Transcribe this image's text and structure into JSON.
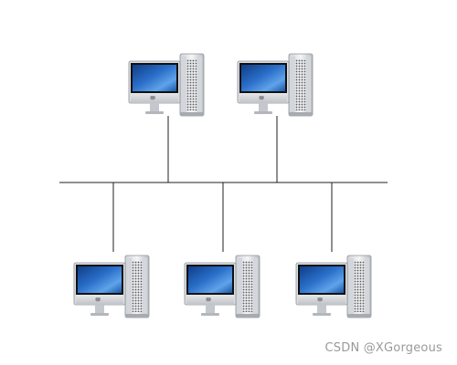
{
  "diagram": {
    "topology": "bus",
    "icon": "computer-icon",
    "node_count": 5,
    "top_row_count": 2,
    "bottom_row_count": 3,
    "line_color": "#1f1f1f",
    "screen_color": "#2a6fc9"
  },
  "watermark": {
    "text": "CSDN @XGorgeous"
  }
}
